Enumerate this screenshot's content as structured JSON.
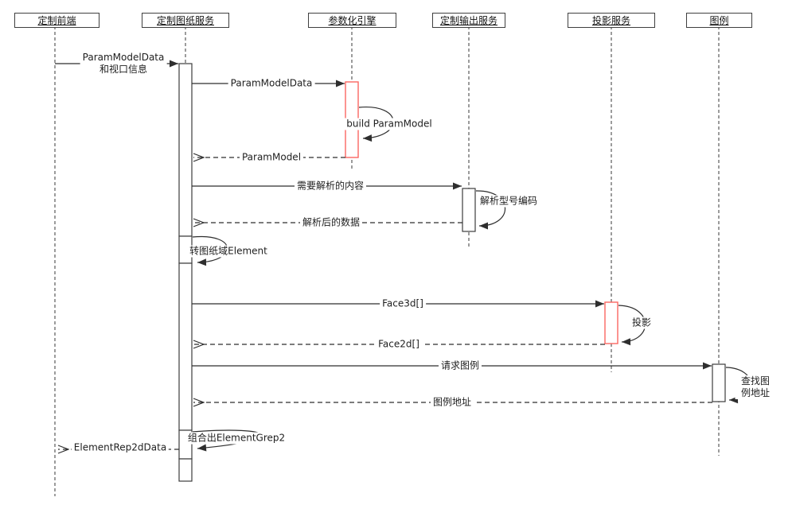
{
  "diagram": {
    "type": "uml-sequence-diagram",
    "language": "zh-CN"
  },
  "participants": [
    {
      "id": "frontend",
      "label": "定制前端"
    },
    {
      "id": "drawing-service",
      "label": "定制图纸服务"
    },
    {
      "id": "param-engine",
      "label": "参数化引擎"
    },
    {
      "id": "output-service",
      "label": "定制输出服务"
    },
    {
      "id": "projection-service",
      "label": "投影服务"
    },
    {
      "id": "legend",
      "label": "图例"
    }
  ],
  "messages": [
    {
      "label": "ParamModelData\n和视口信息",
      "from": "定制前端",
      "to": "定制图纸服务",
      "kind": "sync"
    },
    {
      "label": "ParamModelData",
      "from": "定制图纸服务",
      "to": "参数化引擎",
      "kind": "sync"
    },
    {
      "label": "build ParamModel",
      "from": "参数化引擎",
      "to": "参数化引擎",
      "kind": "self"
    },
    {
      "label": "ParamModel",
      "from": "参数化引擎",
      "to": "定制图纸服务",
      "kind": "return"
    },
    {
      "label": "需要解析的内容",
      "from": "定制图纸服务",
      "to": "定制输出服务",
      "kind": "sync"
    },
    {
      "label": "解析型号编码",
      "from": "定制输出服务",
      "to": "定制输出服务",
      "kind": "self"
    },
    {
      "label": "解析后的数据",
      "from": "定制输出服务",
      "to": "定制图纸服务",
      "kind": "return"
    },
    {
      "label": "转图纸域Element",
      "from": "定制图纸服务",
      "to": "定制图纸服务",
      "kind": "self"
    },
    {
      "label": "Face3d[]",
      "from": "定制图纸服务",
      "to": "投影服务",
      "kind": "sync"
    },
    {
      "label": "投影",
      "from": "投影服务",
      "to": "投影服务",
      "kind": "self"
    },
    {
      "label": "Face2d[]",
      "from": "投影服务",
      "to": "定制图纸服务",
      "kind": "return"
    },
    {
      "label": "请求图例",
      "from": "定制图纸服务",
      "to": "图例",
      "kind": "sync"
    },
    {
      "label": "查找图例地址",
      "from": "图例",
      "to": "图例",
      "kind": "self"
    },
    {
      "label": "图例地址",
      "from": "图例",
      "to": "定制图纸服务",
      "kind": "return"
    },
    {
      "label": "组合出ElementGrep2",
      "from": "定制图纸服务",
      "to": "定制图纸服务",
      "kind": "self"
    },
    {
      "label": "ElementRep2dData",
      "from": "定制图纸服务",
      "to": "定制前端",
      "kind": "return"
    }
  ],
  "colors": {
    "background": "#ffffff",
    "line": "#2e2e2e",
    "lifeline": "#4a4a4a",
    "activation_border": "#3d3d3d",
    "activation_highlight": "#fb6762"
  }
}
